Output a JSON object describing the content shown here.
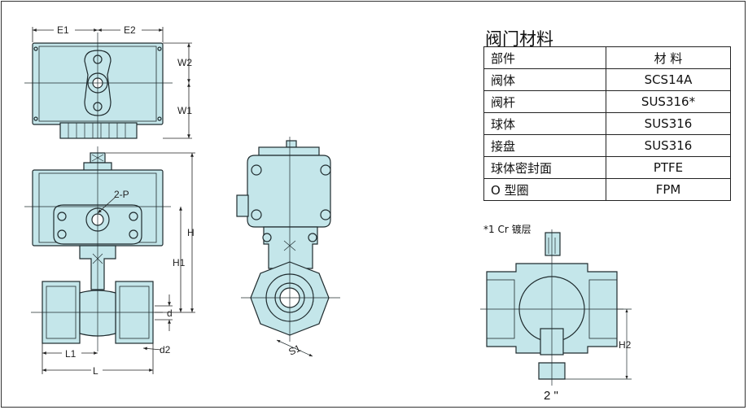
{
  "dimensions": {
    "e1": "E1",
    "e2": "E2",
    "w2": "W2",
    "w1": "W1",
    "h": "H",
    "h1": "H1",
    "d": "d",
    "d2": "d2",
    "l1": "L1",
    "l": "L",
    "p": "2-P",
    "s1": "S1",
    "h2": "H2"
  },
  "materials": {
    "title": "阀门材料",
    "header": {
      "part": "部件",
      "material": "材 料"
    },
    "rows": [
      {
        "part": "阀体",
        "material": "SCS14A"
      },
      {
        "part": "阀杆",
        "material": "SUS316*"
      },
      {
        "part": "球体",
        "material": "SUS316"
      },
      {
        "part": "接盘",
        "material": "SUS316"
      },
      {
        "part": "球体密封面",
        "material": "PTFE"
      },
      {
        "part": "O 型圈",
        "material": "FPM"
      }
    ],
    "footnote": "*1 Cr 镀层"
  },
  "section_size": "2 \"",
  "colors": {
    "fill": "#c4e6ea",
    "line": "#1f2b2e",
    "outline": "#222222"
  }
}
